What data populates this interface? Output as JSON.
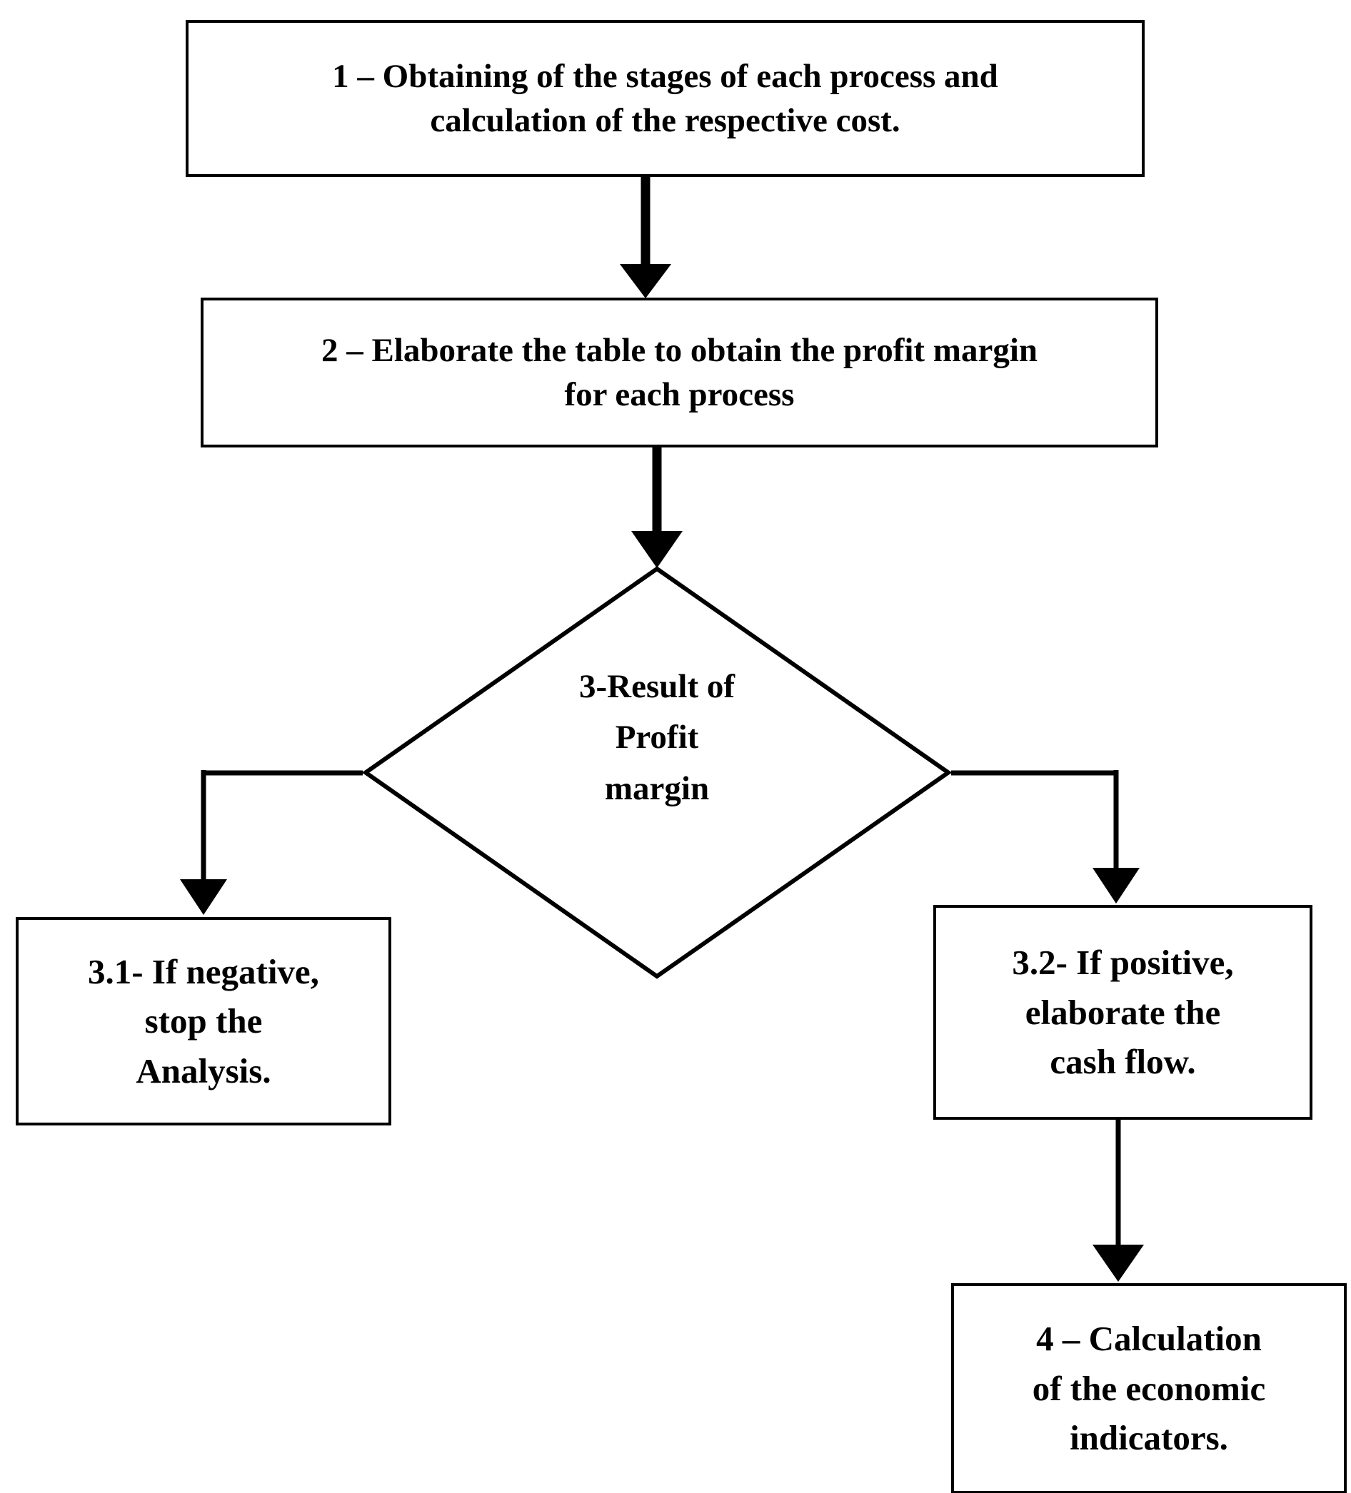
{
  "diagram": {
    "type": "flowchart",
    "title": "Economic analysis procedure flowchart",
    "orientation": "top-to-bottom",
    "background_color": "#ffffff",
    "stroke_color": "#000000",
    "text_color": "#000000"
  },
  "nodes": {
    "step1": {
      "id": "1",
      "shape": "rectangle",
      "line1": "1 – Obtaining of the stages of each process and",
      "line2": "calculation of the respective cost."
    },
    "step2": {
      "id": "2",
      "shape": "rectangle",
      "line1": "2 – Elaborate the table to obtain the profit margin",
      "line2": "for each process"
    },
    "step3": {
      "id": "3",
      "shape": "diamond",
      "line1": "3-Result of",
      "line2": "Profit",
      "line3": "margin"
    },
    "step3_1": {
      "id": "3.1",
      "shape": "rectangle",
      "line1": "3.1- If negative,",
      "line2": "stop the",
      "line3": "Analysis."
    },
    "step3_2": {
      "id": "3.2",
      "shape": "rectangle",
      "line1": "3.2- If positive,",
      "line2": "elaborate the",
      "line3": "cash flow."
    },
    "step4": {
      "id": "4",
      "shape": "rectangle",
      "line1": "4 – Calculation",
      "line2": "of the economic",
      "line3": "indicators."
    }
  },
  "edges": [
    {
      "name": "edge-1-to-2",
      "from": "step1",
      "to": "step2",
      "style": "straight-down",
      "arrow": "filled-triangle"
    },
    {
      "name": "edge-2-to-3",
      "from": "step2",
      "to": "step3",
      "style": "straight-down",
      "arrow": "filled-triangle"
    },
    {
      "name": "edge-3-to-3-1",
      "from": "step3",
      "to": "step3_1",
      "style": "elbow-left-down",
      "arrow": "filled-triangle"
    },
    {
      "name": "edge-3-to-3-2",
      "from": "step3",
      "to": "step3_2",
      "style": "elbow-right-down",
      "arrow": "filled-triangle"
    },
    {
      "name": "edge-3-2-to-4",
      "from": "step3_2",
      "to": "step4",
      "style": "straight-down",
      "arrow": "filled-triangle"
    }
  ]
}
